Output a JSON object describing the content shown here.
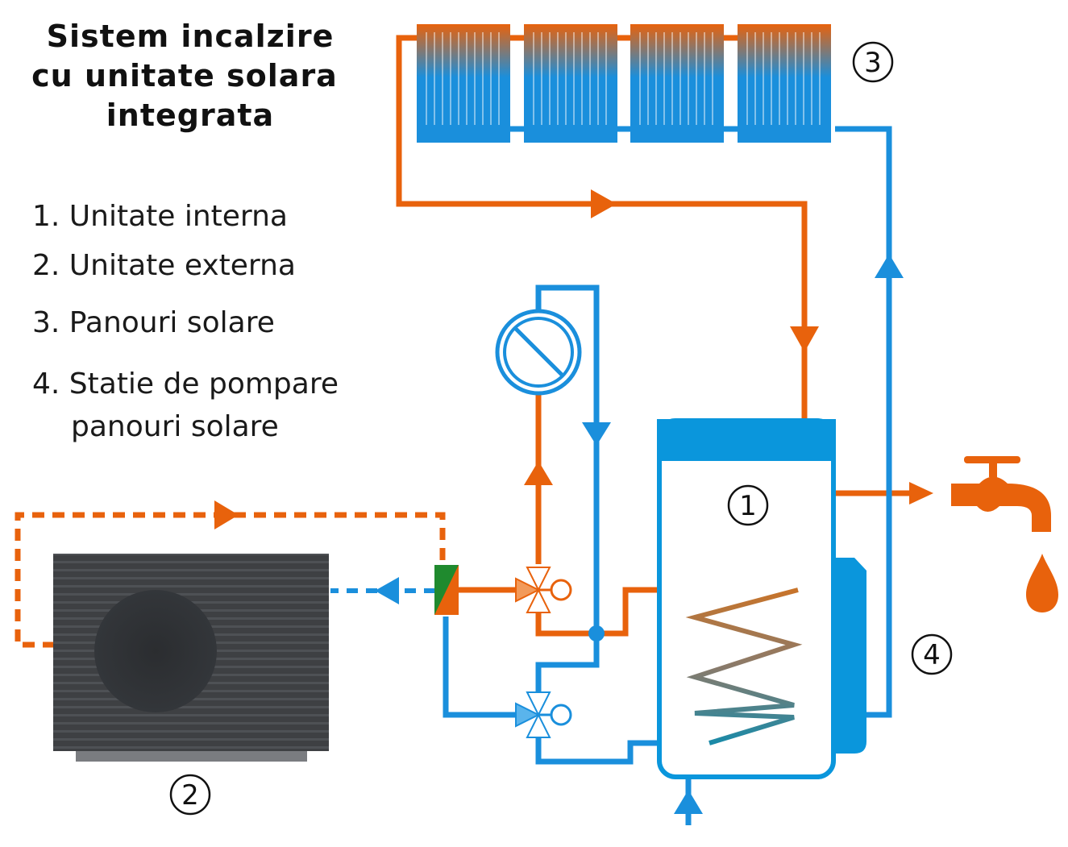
{
  "title": {
    "lines": [
      "Sistem incalzire",
      "cu unitate solara",
      "integrata"
    ]
  },
  "legend": {
    "items": [
      {
        "text": "1. Unitate interna"
      },
      {
        "text": "2. Unitate externa"
      },
      {
        "text": "3. Panouri solare"
      },
      {
        "text": "4. Statie de pompare",
        "continuation": "panouri solare"
      }
    ]
  },
  "markers": {
    "one": "1",
    "two": "2",
    "three": "3",
    "four": "4"
  },
  "colors": {
    "hot": "#e8620c",
    "cold": "#1a8fdc",
    "tank_blue": "#0a96dc",
    "unit_dark": "#3b3d40",
    "unit_base": "#7a7c80",
    "valve_green": "#1f8a2e"
  },
  "components": {
    "solar_panel_count": 4,
    "icons": [
      "solar-panel-icon",
      "pump-icon",
      "three-way-valve-icon",
      "heat-exchanger-icon",
      "faucet-icon",
      "water-drop-icon",
      "outdoor-unit-icon",
      "storage-tank-icon"
    ]
  }
}
